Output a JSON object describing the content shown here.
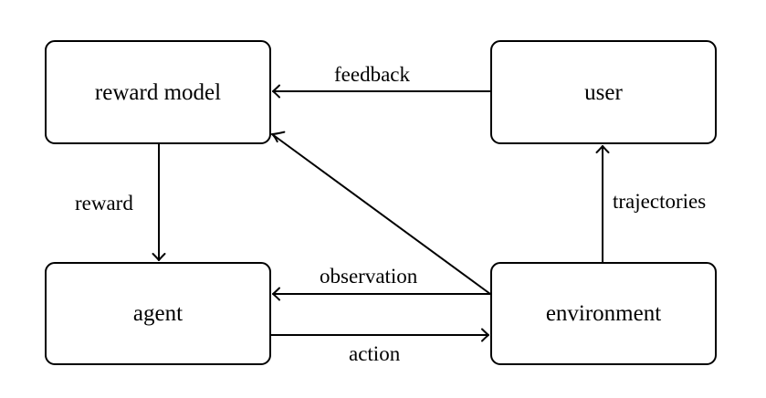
{
  "nodes": {
    "reward_model": "reward model",
    "user": "user",
    "agent": "agent",
    "environment": "environment"
  },
  "edges": [
    {
      "from": "user",
      "to": "reward_model",
      "label": "feedback"
    },
    {
      "from": "reward_model",
      "to": "agent",
      "label": "reward"
    },
    {
      "from": "environment",
      "to": "user",
      "label": "trajectories"
    },
    {
      "from": "environment",
      "to": "agent",
      "label": "observation"
    },
    {
      "from": "agent",
      "to": "environment",
      "label": "action"
    },
    {
      "from": "environment",
      "to": "reward_model",
      "label": ""
    }
  ],
  "labels": {
    "feedback": "feedback",
    "reward": "reward",
    "trajectories": "trajectories",
    "observation": "observation",
    "action": "action"
  }
}
